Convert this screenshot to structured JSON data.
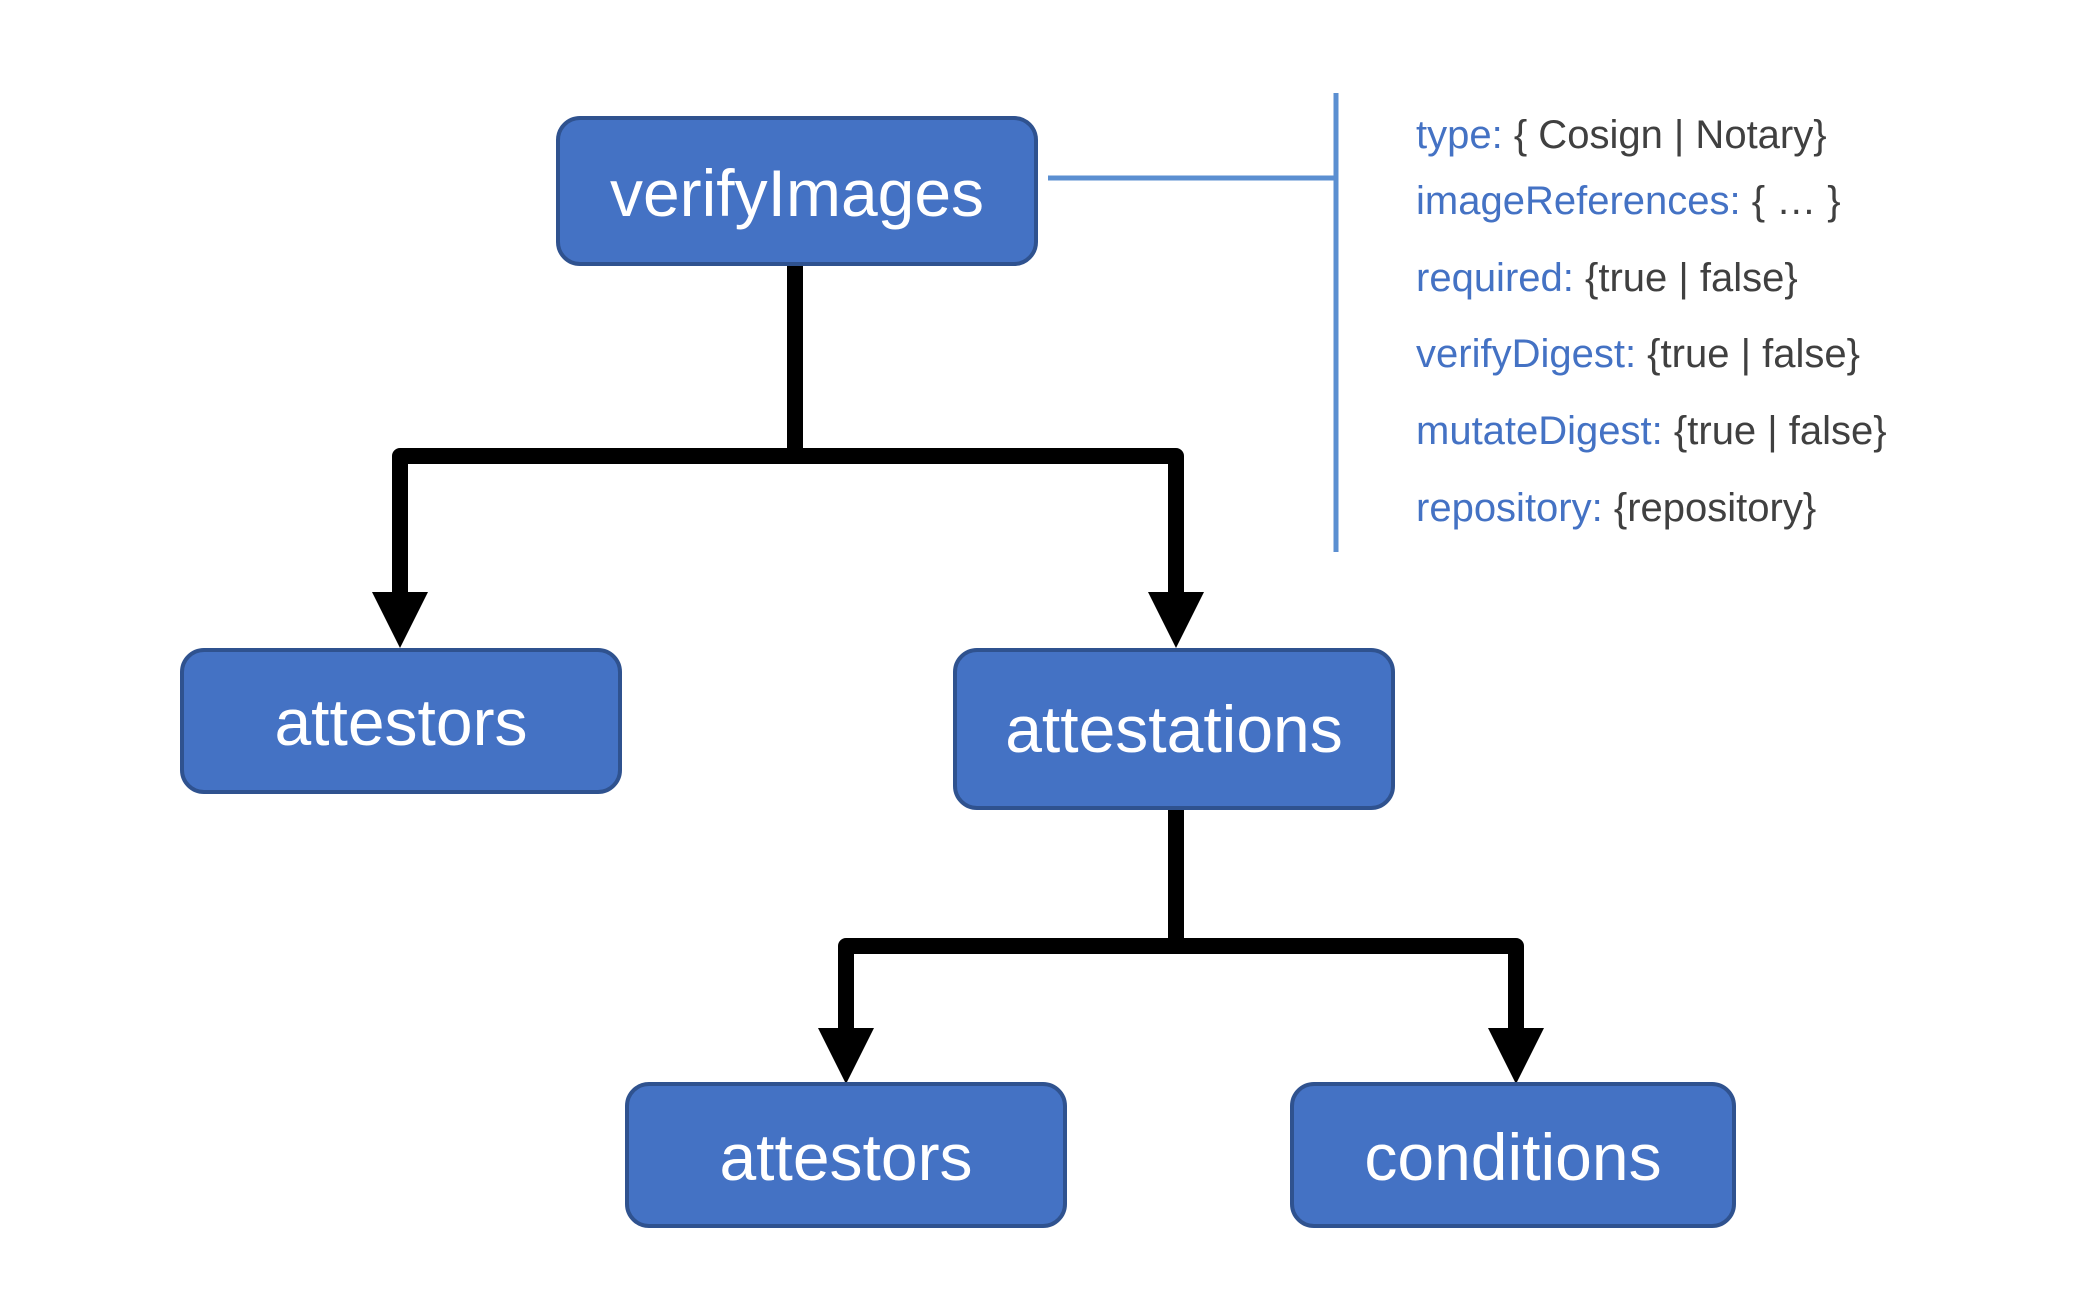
{
  "nodes": {
    "verify_images": "verifyImages",
    "attestors_top": "attestors",
    "attestations": "attestations",
    "attestors_bottom": "attestors",
    "conditions": "conditions"
  },
  "properties": [
    {
      "key": "type:",
      "value": " { Cosign | Notary}"
    },
    {
      "key": "imageReferences:",
      "value": " { … }"
    },
    {
      "key": "required:",
      "value": " {true | false}"
    },
    {
      "key": "verifyDigest:",
      "value": " {true | false}"
    },
    {
      "key": "mutateDigest:",
      "value": " {true | false}"
    },
    {
      "key": "repository:",
      "value": " {repository}"
    }
  ],
  "colors": {
    "node_fill": "#4472c4",
    "node_border": "#2f528f",
    "node_text": "#ffffff",
    "connector": "#000000",
    "bracket": "#5b8fd1",
    "property_key": "#4472c4",
    "property_value": "#404040"
  }
}
